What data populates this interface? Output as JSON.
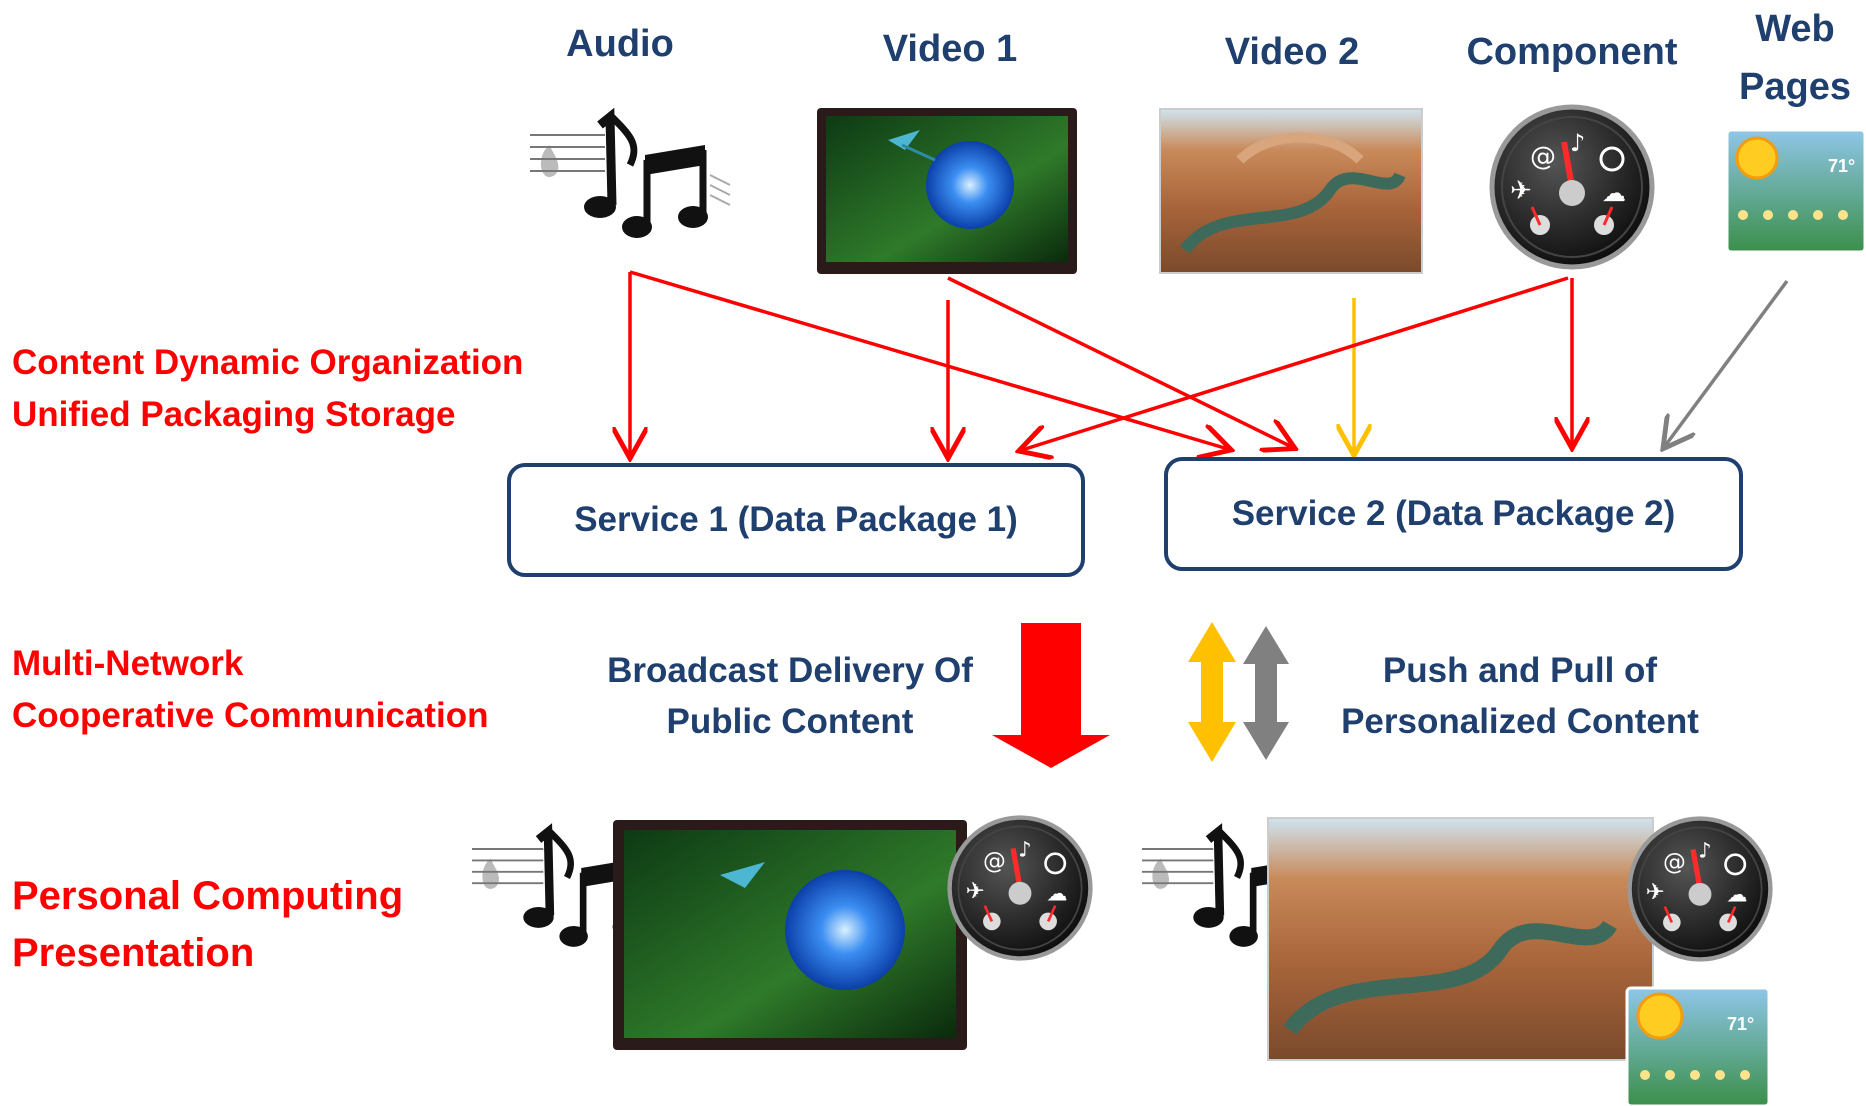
{
  "sources": {
    "audio": "Audio",
    "video1": "Video 1",
    "video2": "Video 2",
    "component": "Component",
    "web_pages": [
      "Web",
      "Pages"
    ]
  },
  "left_labels": {
    "content_org": [
      "Content Dynamic Organization",
      "Unified Packaging Storage"
    ],
    "multi_network": [
      "Multi-Network",
      "Cooperative Communication"
    ],
    "personal_computing": [
      "Personal Computing",
      "Presentation"
    ]
  },
  "services": {
    "service1": "Service 1 (Data Package 1)",
    "service2": "Service 2 (Data Package 2)"
  },
  "delivery": {
    "broadcast": [
      "Broadcast Delivery Of",
      "Public Content"
    ],
    "push_pull": [
      "Push and Pull of",
      "Personalized Content"
    ]
  },
  "icons": [
    "music-notes-icon",
    "tv-flower-icon",
    "canyon-photo-icon",
    "clock-gadget-icon",
    "weather-gadget-icon"
  ],
  "weather": {
    "temp": "71°"
  },
  "colors": {
    "navy": "#1f3f6e",
    "red": "#ff0000",
    "yellow": "#ffc000",
    "gray": "#808080"
  }
}
